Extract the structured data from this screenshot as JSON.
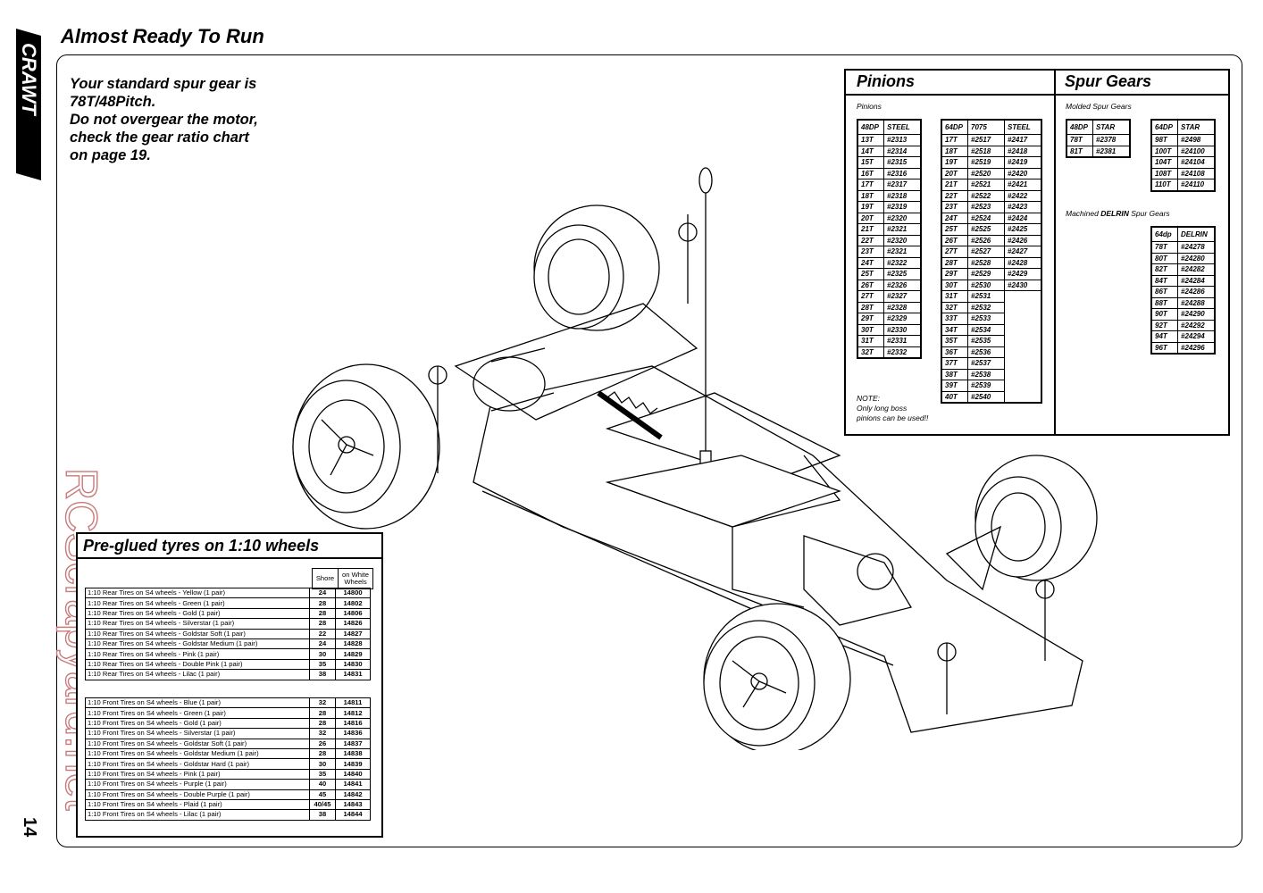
{
  "page": {
    "title": "Almost Ready To Run",
    "page_number": "14",
    "logo_text": "CRAWT",
    "watermark_text": "RCScrapyard.net"
  },
  "gear_note": {
    "lines": [
      "Your standard spur gear is",
      "78T/48Pitch.",
      "Do not overgear the motor,",
      "check the gear ratio chart",
      "on page 19."
    ]
  },
  "pinions": {
    "title": "Pinions",
    "subtitle": "Pinions",
    "table48": {
      "headers": [
        "48DP",
        "STEEL"
      ],
      "rows": [
        [
          "13T",
          "#2313"
        ],
        [
          "14T",
          "#2314"
        ],
        [
          "15T",
          "#2315"
        ],
        [
          "16T",
          "#2316"
        ],
        [
          "17T",
          "#2317"
        ],
        [
          "18T",
          "#2318"
        ],
        [
          "19T",
          "#2319"
        ],
        [
          "20T",
          "#2320"
        ],
        [
          "21T",
          "#2321"
        ],
        [
          "22T",
          "#2320"
        ],
        [
          "23T",
          "#2321"
        ],
        [
          "24T",
          "#2322"
        ],
        [
          "25T",
          "#2325"
        ],
        [
          "26T",
          "#2326"
        ],
        [
          "27T",
          "#2327"
        ],
        [
          "28T",
          "#2328"
        ],
        [
          "29T",
          "#2329"
        ],
        [
          "30T",
          "#2330"
        ],
        [
          "31T",
          "#2331"
        ],
        [
          "32T",
          "#2332"
        ]
      ]
    },
    "table64": {
      "headers": [
        "64DP",
        "7075",
        "STEEL"
      ],
      "rows": [
        [
          "17T",
          "#2517",
          "#2417"
        ],
        [
          "18T",
          "#2518",
          "#2418"
        ],
        [
          "19T",
          "#2519",
          "#2419"
        ],
        [
          "20T",
          "#2520",
          "#2420"
        ],
        [
          "21T",
          "#2521",
          "#2421"
        ],
        [
          "22T",
          "#2522",
          "#2422"
        ],
        [
          "23T",
          "#2523",
          "#2423"
        ],
        [
          "24T",
          "#2524",
          "#2424"
        ],
        [
          "25T",
          "#2525",
          "#2425"
        ],
        [
          "26T",
          "#2526",
          "#2426"
        ],
        [
          "27T",
          "#2527",
          "#2427"
        ],
        [
          "28T",
          "#2528",
          "#2428"
        ],
        [
          "29T",
          "#2529",
          "#2429"
        ],
        [
          "30T",
          "#2530",
          "#2430"
        ],
        [
          "31T",
          "#2531",
          ""
        ],
        [
          "32T",
          "#2532",
          ""
        ],
        [
          "33T",
          "#2533",
          ""
        ],
        [
          "34T",
          "#2534",
          ""
        ],
        [
          "35T",
          "#2535",
          ""
        ],
        [
          "36T",
          "#2536",
          ""
        ],
        [
          "37T",
          "#2537",
          ""
        ],
        [
          "38T",
          "#2538",
          ""
        ],
        [
          "39T",
          "#2539",
          ""
        ],
        [
          "40T",
          "#2540",
          ""
        ]
      ]
    },
    "note": [
      "NOTE:",
      "Only long boss",
      "pinions can be used!!"
    ]
  },
  "spur_gears": {
    "title": "Spur Gears",
    "molded_label": "Molded Spur Gears",
    "table48": {
      "headers": [
        "48DP",
        "STAR"
      ],
      "rows": [
        [
          "78T",
          "#2378"
        ],
        [
          "81T",
          "#2381"
        ]
      ]
    },
    "table64": {
      "headers": [
        "64DP",
        "STAR"
      ],
      "rows": [
        [
          "98T",
          "#2498"
        ],
        [
          "100T",
          "#24100"
        ],
        [
          "104T",
          "#24104"
        ],
        [
          "108T",
          "#24108"
        ],
        [
          "110T",
          "#24110"
        ]
      ]
    },
    "machined_label_pre": "Machined ",
    "machined_label_bold": "DELRIN",
    "machined_label_post": " Spur Gears",
    "delrin_table": {
      "headers": [
        "64dp",
        "DELRIN"
      ],
      "rows": [
        [
          "78T",
          "#24278"
        ],
        [
          "80T",
          "#24280"
        ],
        [
          "82T",
          "#24282"
        ],
        [
          "84T",
          "#24284"
        ],
        [
          "86T",
          "#24286"
        ],
        [
          "88T",
          "#24288"
        ],
        [
          "90T",
          "#24290"
        ],
        [
          "92T",
          "#24292"
        ],
        [
          "94T",
          "#24294"
        ],
        [
          "96T",
          "#24296"
        ]
      ]
    }
  },
  "tyres": {
    "title": "Pre-glued tyres on 1:10 wheels",
    "header_shore": "Shore",
    "header_code_line1": "on White",
    "header_code_line2": "Wheels",
    "rear": [
      [
        "1:10 Rear Tires on S4 wheels - Yellow (1 pair)",
        "24",
        "14800"
      ],
      [
        "1:10 Rear Tires on S4 wheels -  Green (1 pair)",
        "28",
        "14802"
      ],
      [
        "1:10 Rear Tires on S4 wheels - Gold (1 pair)",
        "28",
        "14806"
      ],
      [
        "1:10 Rear Tires on S4 wheels - Silverstar (1 pair)",
        "28",
        "14826"
      ],
      [
        "1:10 Rear Tires on S4 wheels - Goldstar Soft (1 pair)",
        "22",
        "14827"
      ],
      [
        "1:10 Rear Tires on S4 wheels - Goldstar Medium (1 pair)",
        "24",
        "14828"
      ],
      [
        "1:10 Rear Tires on S4 wheels - Pink (1 pair)",
        "30",
        "14829"
      ],
      [
        "1:10 Rear Tires on S4 wheels - Double Pink (1 pair)",
        "35",
        "14830"
      ],
      [
        "1:10 Rear Tires on S4 wheels - Lilac (1 pair)",
        "38",
        "14831"
      ]
    ],
    "front": [
      [
        "1:10 Front Tires on S4 wheels - Blue (1 pair)",
        "32",
        "14811"
      ],
      [
        "1:10 Front Tires on S4 wheels - Green (1 pair)",
        "28",
        "14812"
      ],
      [
        "1:10 Front Tires on S4 wheels - Gold (1 pair)",
        "28",
        "14816"
      ],
      [
        "1:10 Front Tires on S4 wheels - Silverstar (1 pair)",
        "32",
        "14836"
      ],
      [
        "1:10 Front Tires on S4 wheels - Goldstar Soft (1 pair)",
        "26",
        "14837"
      ],
      [
        "1:10 Front Tires on S4 wheels - Goldstar Medium (1 pair)",
        "28",
        "14838"
      ],
      [
        "1:10 Front Tires on S4 wheels - Goldstar Hard (1 pair)",
        "30",
        "14839"
      ],
      [
        "1:10 Front Tires on S4 wheels - Pink (1 pair)",
        "35",
        "14840"
      ],
      [
        "1:10 Front Tires on S4 wheels - Purple (1 pair)",
        "40",
        "14841"
      ],
      [
        "1:10 Front Tires on S4 wheels - Double Purple (1 pair)",
        "45",
        "14842"
      ],
      [
        "1:10 Front Tires on S4 wheels - Plaid (1 pair)",
        "40/45",
        "14843"
      ],
      [
        "1:10 Front Tires on S4 wheels - Lilac (1 pair)",
        "38",
        "14844"
      ]
    ]
  },
  "colors": {
    "ink": "#000000",
    "watermark": "#c97a7a"
  }
}
